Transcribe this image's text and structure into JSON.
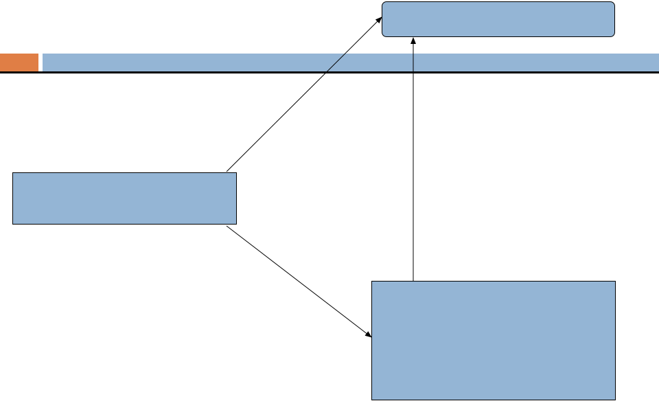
{
  "slide": {
    "header": {
      "accent_color": "#E07E45",
      "bar_color": "#94B5D5",
      "rule_color": "#000000"
    }
  },
  "diagram": {
    "box_fill": "#94B5D5",
    "box_border": "#000000",
    "arrow_color": "#000000",
    "nodes": {
      "top": {
        "text": ""
      },
      "left": {
        "text": ""
      },
      "bottom": {
        "text": ""
      }
    },
    "edges": [
      {
        "from": "left",
        "to": "top"
      },
      {
        "from": "left",
        "to": "bottom"
      },
      {
        "from": "bottom",
        "to": "top"
      }
    ]
  }
}
